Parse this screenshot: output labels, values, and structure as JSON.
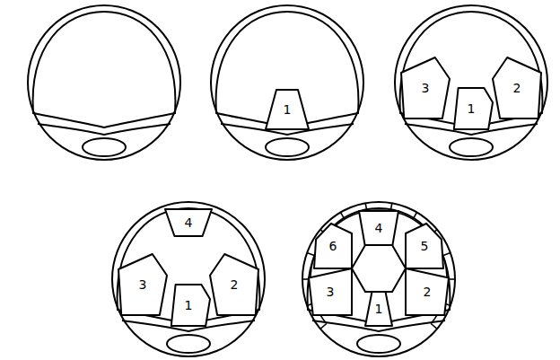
{
  "diagram": {
    "nodes": [
      {
        "text": [
          "1"
        ]
      },
      {
        "text": [
          "3"
        ]
      },
      {
        "text": [
          "1"
        ]
      },
      {
        "text": [
          "2"
        ]
      },
      {
        "text": [
          "4"
        ]
      },
      {
        "text": [
          "3"
        ]
      },
      {
        "text": [
          "1"
        ]
      },
      {
        "text": [
          "2"
        ]
      },
      {
        "text": [
          "6"
        ]
      },
      {
        "text": [
          "4"
        ]
      },
      {
        "text": [
          "5"
        ]
      },
      {
        "text": [
          "3"
        ]
      },
      {
        "text": [
          "1"
        ]
      },
      {
        "text": [
          "2"
        ]
      }
    ]
  }
}
